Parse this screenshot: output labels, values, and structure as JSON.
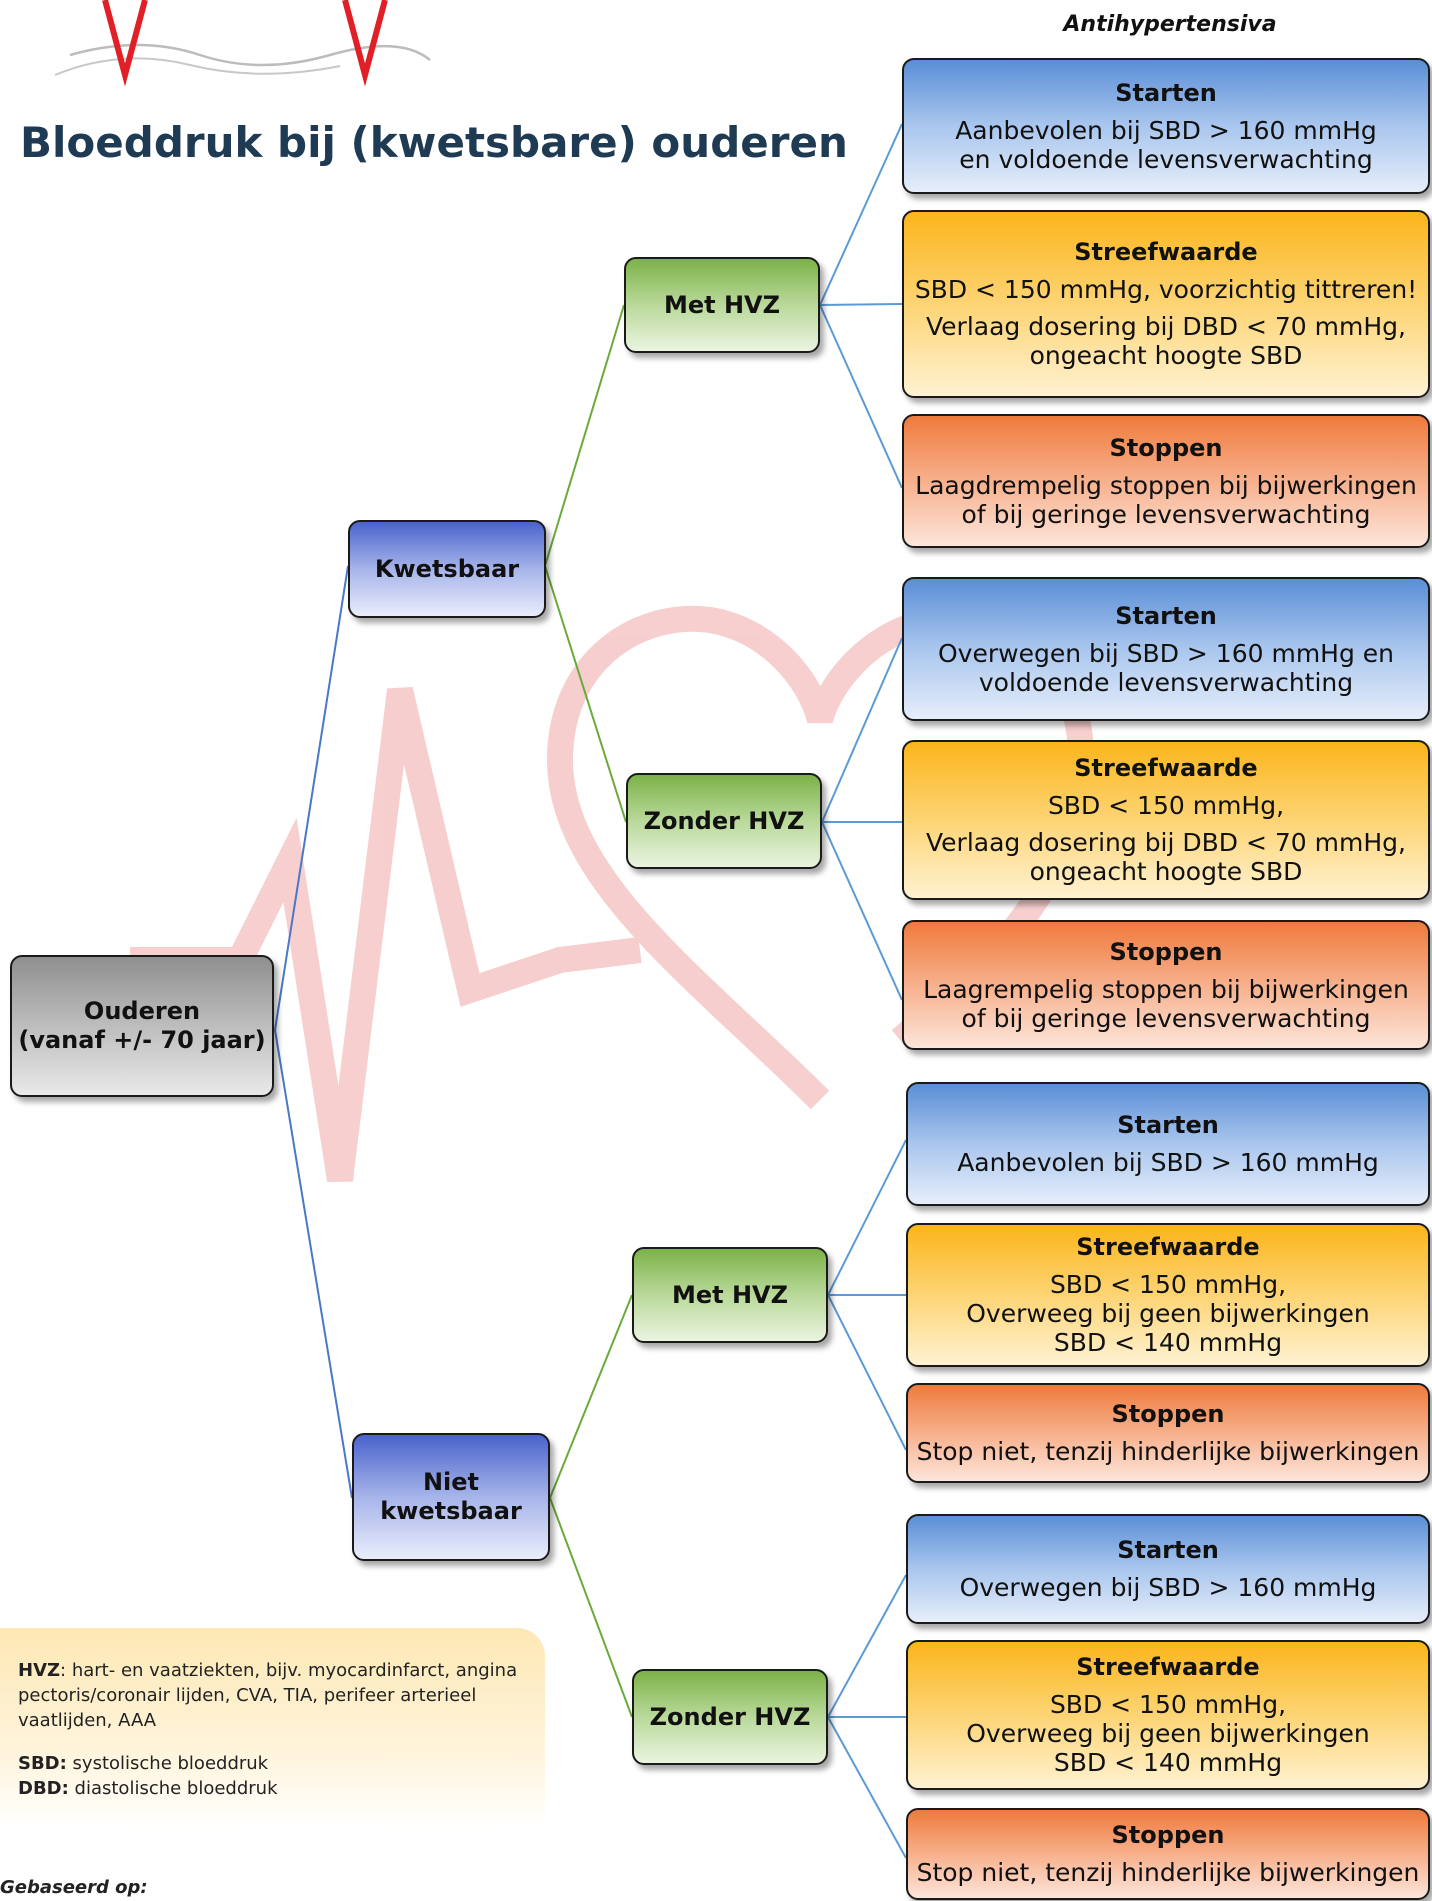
{
  "header": {
    "title": "Bloeddruk bij (kwetsbare) ouderen",
    "column_heading": "Antihypertensiva"
  },
  "root": {
    "line1": "Ouderen",
    "line2": "(vanaf +/- 70 jaar)"
  },
  "branches": {
    "kwetsbaar": {
      "label": "Kwetsbaar",
      "met_hvz": {
        "label": "Met HVZ",
        "starten": {
          "title": "Starten",
          "text": [
            "Aanbevolen bij SBD > 160 mmHg",
            "en voldoende levensverwachting"
          ]
        },
        "streefwaarde": {
          "title": "Streefwaarde",
          "text1": "SBD < 150 mmHg, voorzichtig tittreren!",
          "text2": [
            "Verlaag dosering bij DBD < 70 mmHg,",
            "ongeacht hoogte SBD"
          ]
        },
        "stoppen": {
          "title": "Stoppen",
          "text": [
            "Laagdrempelig stoppen bij bijwerkingen",
            "of bij geringe levensverwachting"
          ]
        }
      },
      "zonder_hvz": {
        "label": "Zonder HVZ",
        "starten": {
          "title": "Starten",
          "text": [
            "Overwegen bij SBD > 160 mmHg en",
            "voldoende levensverwachting"
          ]
        },
        "streefwaarde": {
          "title": "Streefwaarde",
          "text1": "SBD < 150 mmHg,",
          "text2": [
            "Verlaag dosering bij DBD < 70 mmHg,",
            "ongeacht hoogte SBD"
          ]
        },
        "stoppen": {
          "title": "Stoppen",
          "text": [
            "Laagrempelig stoppen bij bijwerkingen",
            "of bij geringe levensverwachting"
          ]
        }
      }
    },
    "niet_kwetsbaar": {
      "line1": "Niet",
      "line2": "kwetsbaar",
      "met_hvz": {
        "label": "Met HVZ",
        "starten": {
          "title": "Starten",
          "text": [
            "Aanbevolen bij SBD > 160 mmHg"
          ]
        },
        "streefwaarde": {
          "title": "Streefwaarde",
          "text": [
            "SBD < 150 mmHg,",
            "Overweeg bij geen bijwerkingen",
            "SBD < 140 mmHg"
          ]
        },
        "stoppen": {
          "title": "Stoppen",
          "text": [
            "Stop niet, tenzij hinderlijke bijwerkingen"
          ]
        }
      },
      "zonder_hvz": {
        "label": "Zonder HVZ",
        "starten": {
          "title": "Starten",
          "text": [
            "Overwegen bij SBD > 160 mmHg"
          ]
        },
        "streefwaarde": {
          "title": "Streefwaarde",
          "text": [
            "SBD < 150 mmHg,",
            "Overweeg bij geen bijwerkingen",
            "SBD < 140 mmHg"
          ]
        },
        "stoppen": {
          "title": "Stoppen",
          "text": [
            "Stop niet, tenzij hinderlijke bijwerkingen"
          ]
        }
      }
    }
  },
  "legend": {
    "hvz_term": "HVZ",
    "hvz_def": ": hart- en vaatziekten, bijv. myocardinfarct, angina pectoris/coronair lijden, CVA, TIA, perifeer arterieel vaatlijden, AAA",
    "sbd_term": "SBD:",
    "sbd_def": " systolische bloeddruk",
    "dbd_term": "DBD:",
    "dbd_def": " diastolische bloeddruk"
  },
  "footer": {
    "based_on": "Gebaseerd op:"
  },
  "colors": {
    "connector_blue": "#4a78c8",
    "connector_green": "#6aaa3c",
    "connector_lightblue": "#5b9bd5",
    "watermark": "#f3b6b6",
    "logo_red": "#e01f26"
  }
}
